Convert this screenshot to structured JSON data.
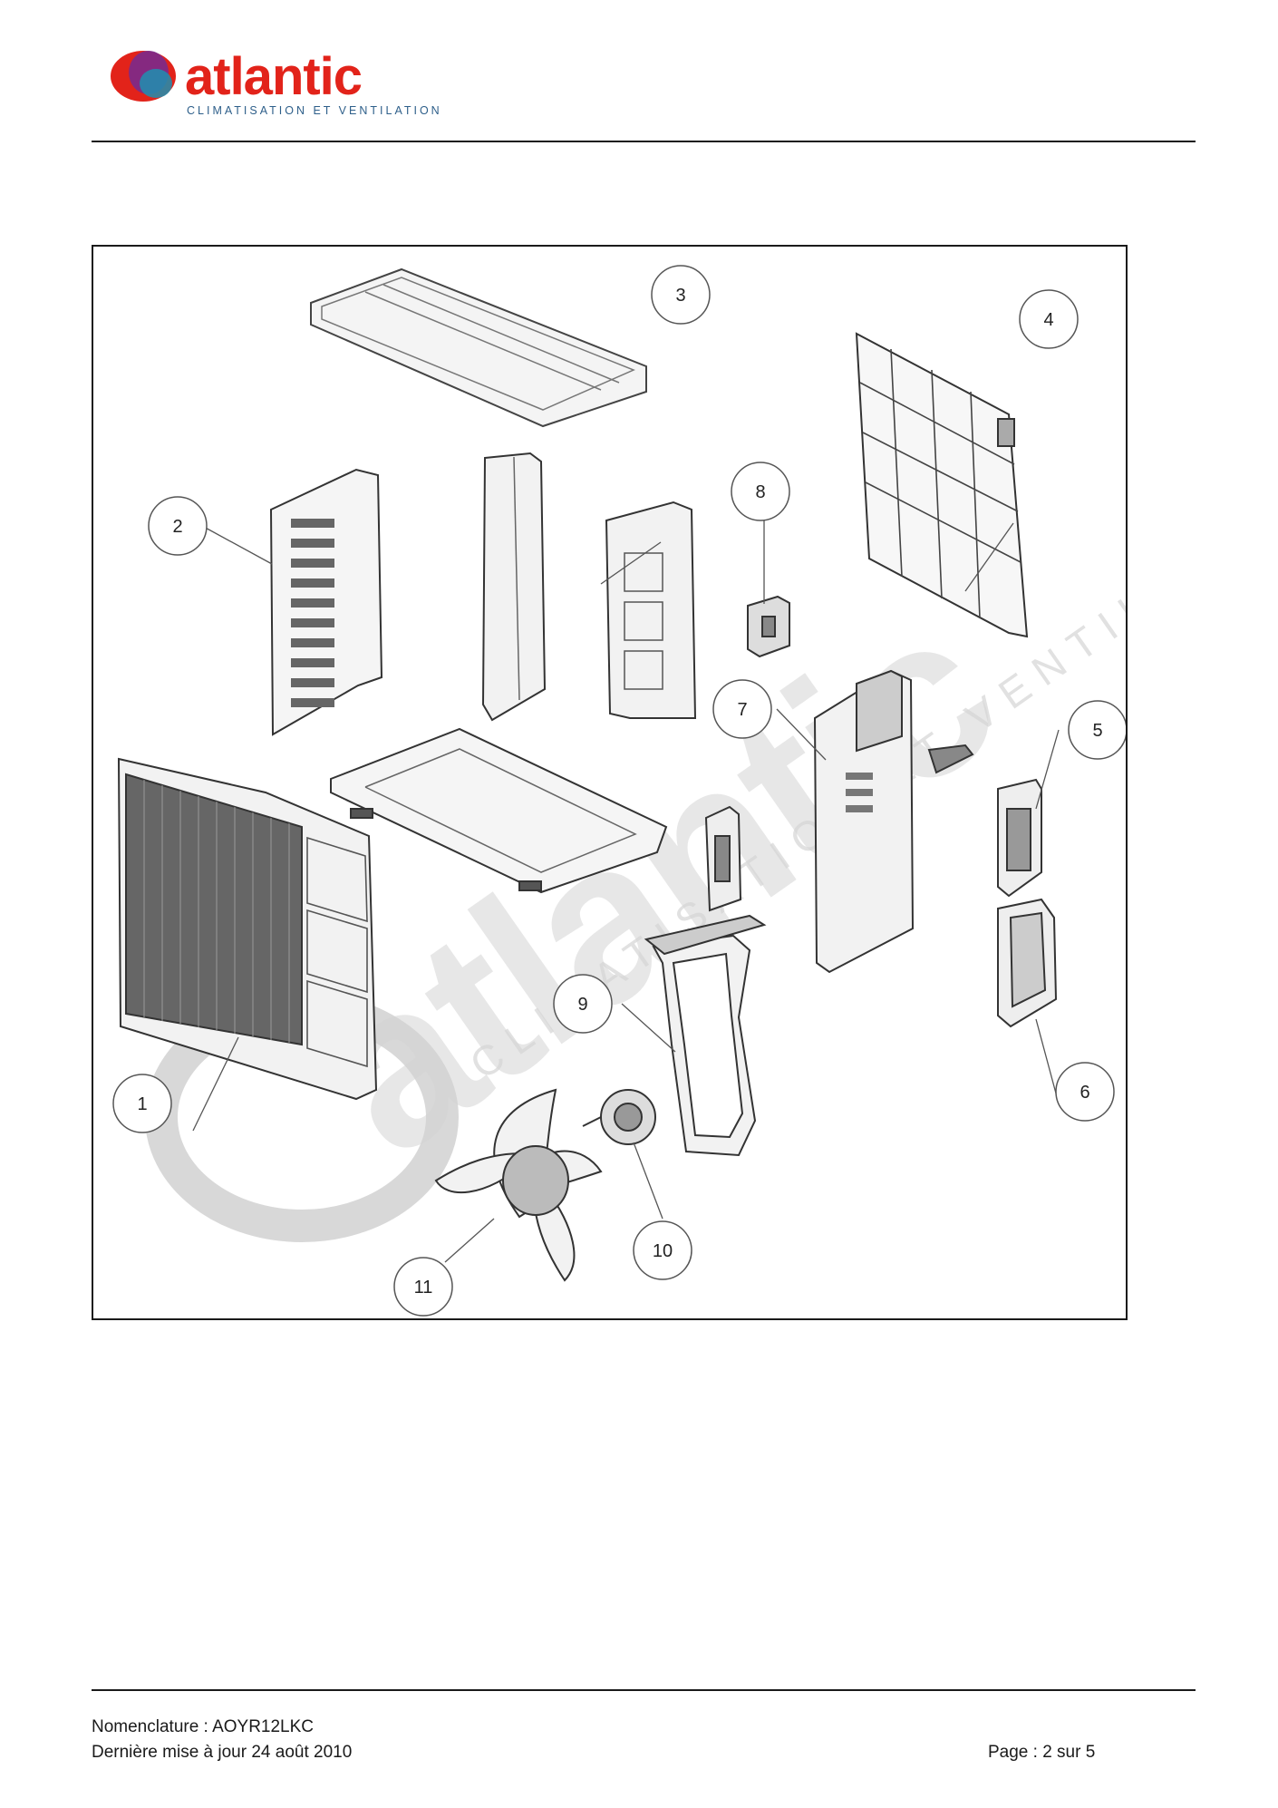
{
  "brand": {
    "name": "atlantic",
    "tagline": "CLIMATISATION ET VENTILATION",
    "colors": {
      "red": "#e2231a",
      "purple": "#7b2a8c",
      "teal": "#1f8fb0",
      "tagline": "#2e5f8a"
    }
  },
  "diagram": {
    "callouts": [
      "1",
      "2",
      "3",
      "4",
      "5",
      "6",
      "7",
      "8",
      "9",
      "10",
      "11"
    ],
    "watermark": {
      "name": "atlantic",
      "tagline": "CLIMATISATION ET VENTILATION",
      "color": "#d4d4d4"
    }
  },
  "footer": {
    "nomenclature": "Nomenclature : AOYR12LKC",
    "updated": "Dernière mise à jour 24 août 2010",
    "page": "Page : 2 sur 5"
  }
}
